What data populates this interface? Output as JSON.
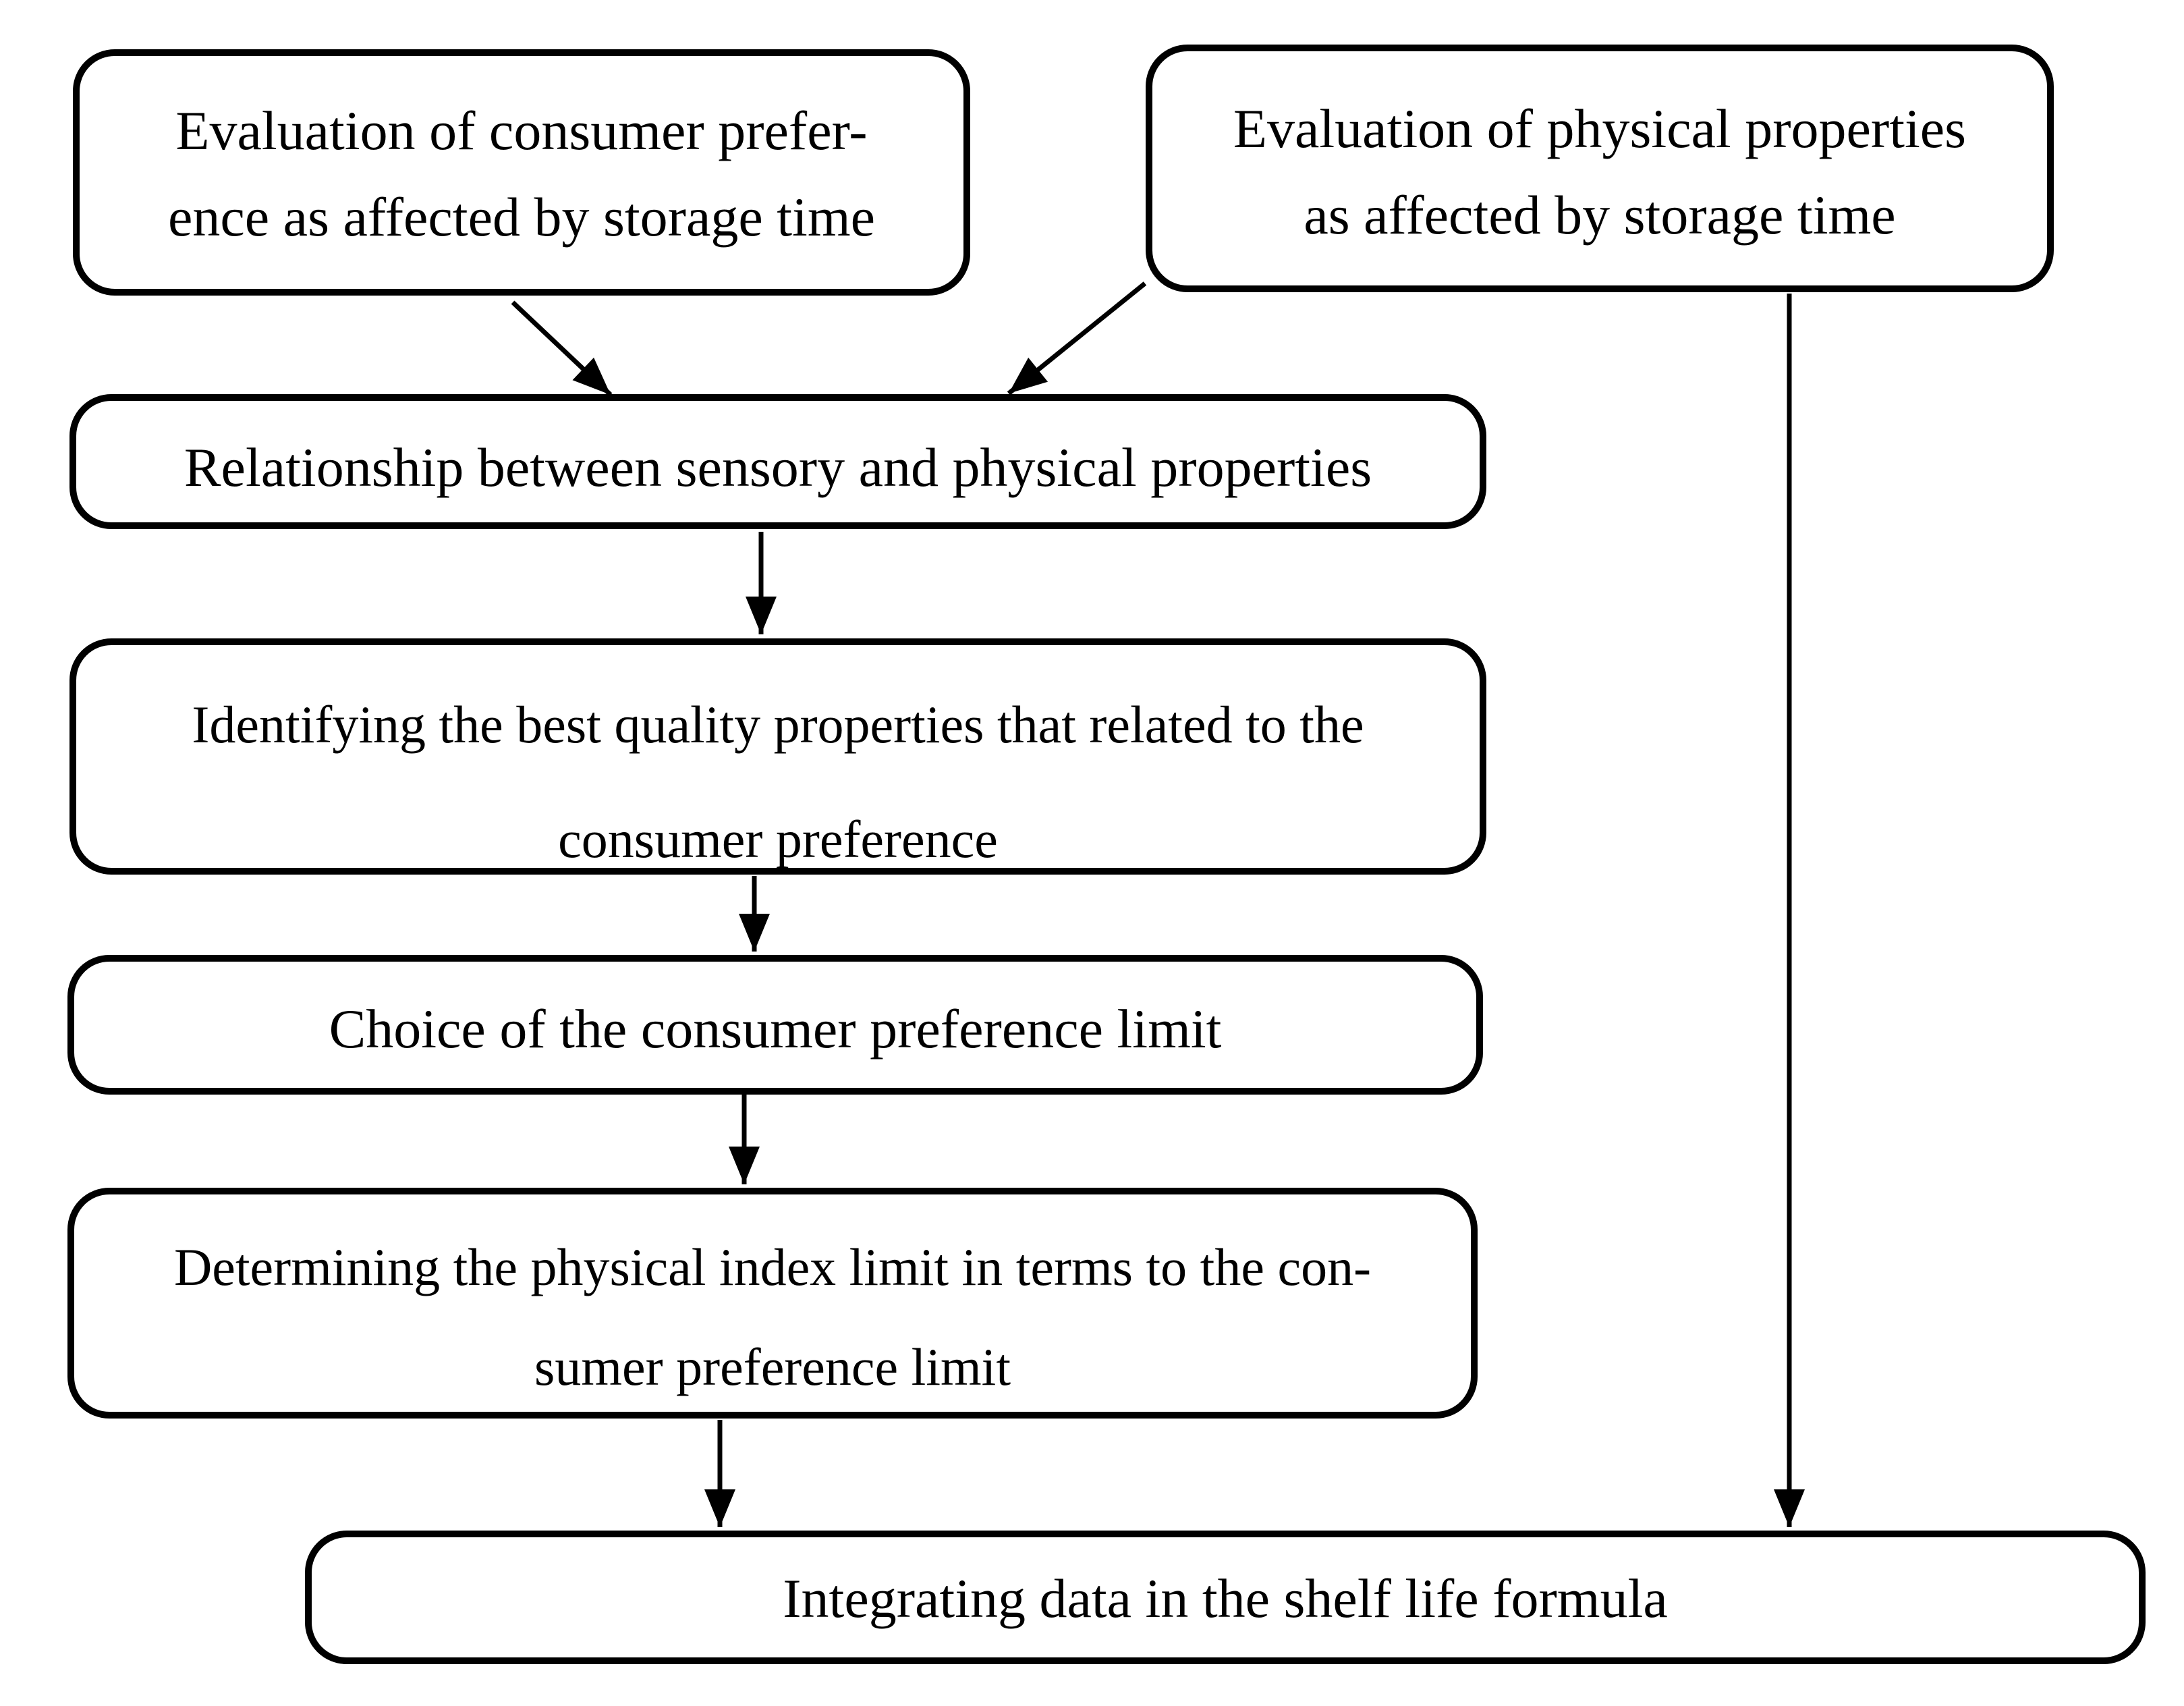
{
  "figure": {
    "type": "flowchart",
    "background_color": "#ffffff",
    "line_color": "#000000",
    "nodes": [
      {
        "id": "consumer-preference-evaluation",
        "lines": [
          "Evaluation of consumer prefer-",
          "ence as affected by storage time"
        ]
      },
      {
        "id": "physical-properties-evaluation",
        "lines": [
          "Evaluation of physical properties",
          "as affected by storage time"
        ]
      },
      {
        "id": "sensory-physical-relationship",
        "lines": [
          "Relationship between sensory and physical properties"
        ]
      },
      {
        "id": "identify-quality-properties",
        "lines": [
          "Identifying the best quality properties that related to the",
          "consumer preference"
        ]
      },
      {
        "id": "consumer-preference-limit-choice",
        "lines": [
          "Choice of the consumer preference limit"
        ]
      },
      {
        "id": "physical-index-limit",
        "lines": [
          "Determining the physical index limit in terms to the con-",
          "sumer preference limit"
        ]
      },
      {
        "id": "shelf-life-integration",
        "lines": [
          "Integrating data in the shelf life formula"
        ]
      }
    ],
    "edges": [
      {
        "from": "consumer-preference-evaluation",
        "to": "sensory-physical-relationship"
      },
      {
        "from": "physical-properties-evaluation",
        "to": "sensory-physical-relationship"
      },
      {
        "from": "sensory-physical-relationship",
        "to": "identify-quality-properties"
      },
      {
        "from": "identify-quality-properties",
        "to": "consumer-preference-limit-choice"
      },
      {
        "from": "consumer-preference-limit-choice",
        "to": "physical-index-limit"
      },
      {
        "from": "physical-index-limit",
        "to": "shelf-life-integration"
      },
      {
        "from": "physical-properties-evaluation",
        "to": "shelf-life-integration"
      }
    ]
  }
}
